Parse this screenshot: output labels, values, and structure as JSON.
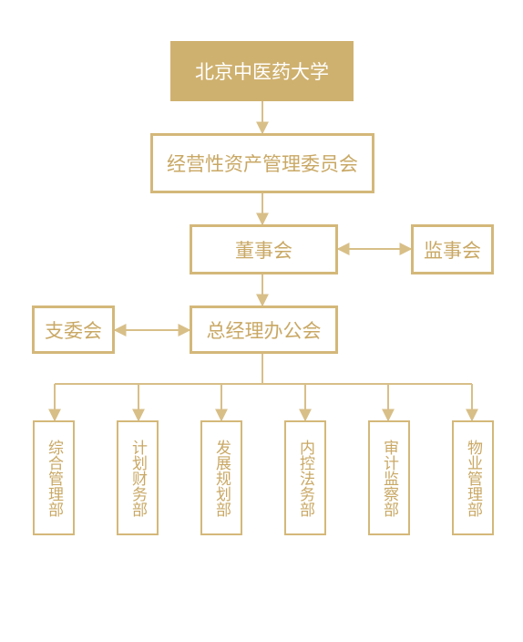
{
  "org": {
    "university": "北京中医药大学",
    "committee": "经营性资产管理委员会",
    "board": "董事会",
    "supervisors": "监事会",
    "party_branch": "支委会",
    "gm_office": "总经理办公会",
    "departments": [
      "综合管理部",
      "计划财务部",
      "发展规划部",
      "内控法务部",
      "审计监察部",
      "物业管理部"
    ]
  },
  "colors": {
    "gold": "#cfb16f",
    "gold_border": "#d4b87a",
    "gold_text": "#c9a865",
    "line": "#d8bf88"
  }
}
